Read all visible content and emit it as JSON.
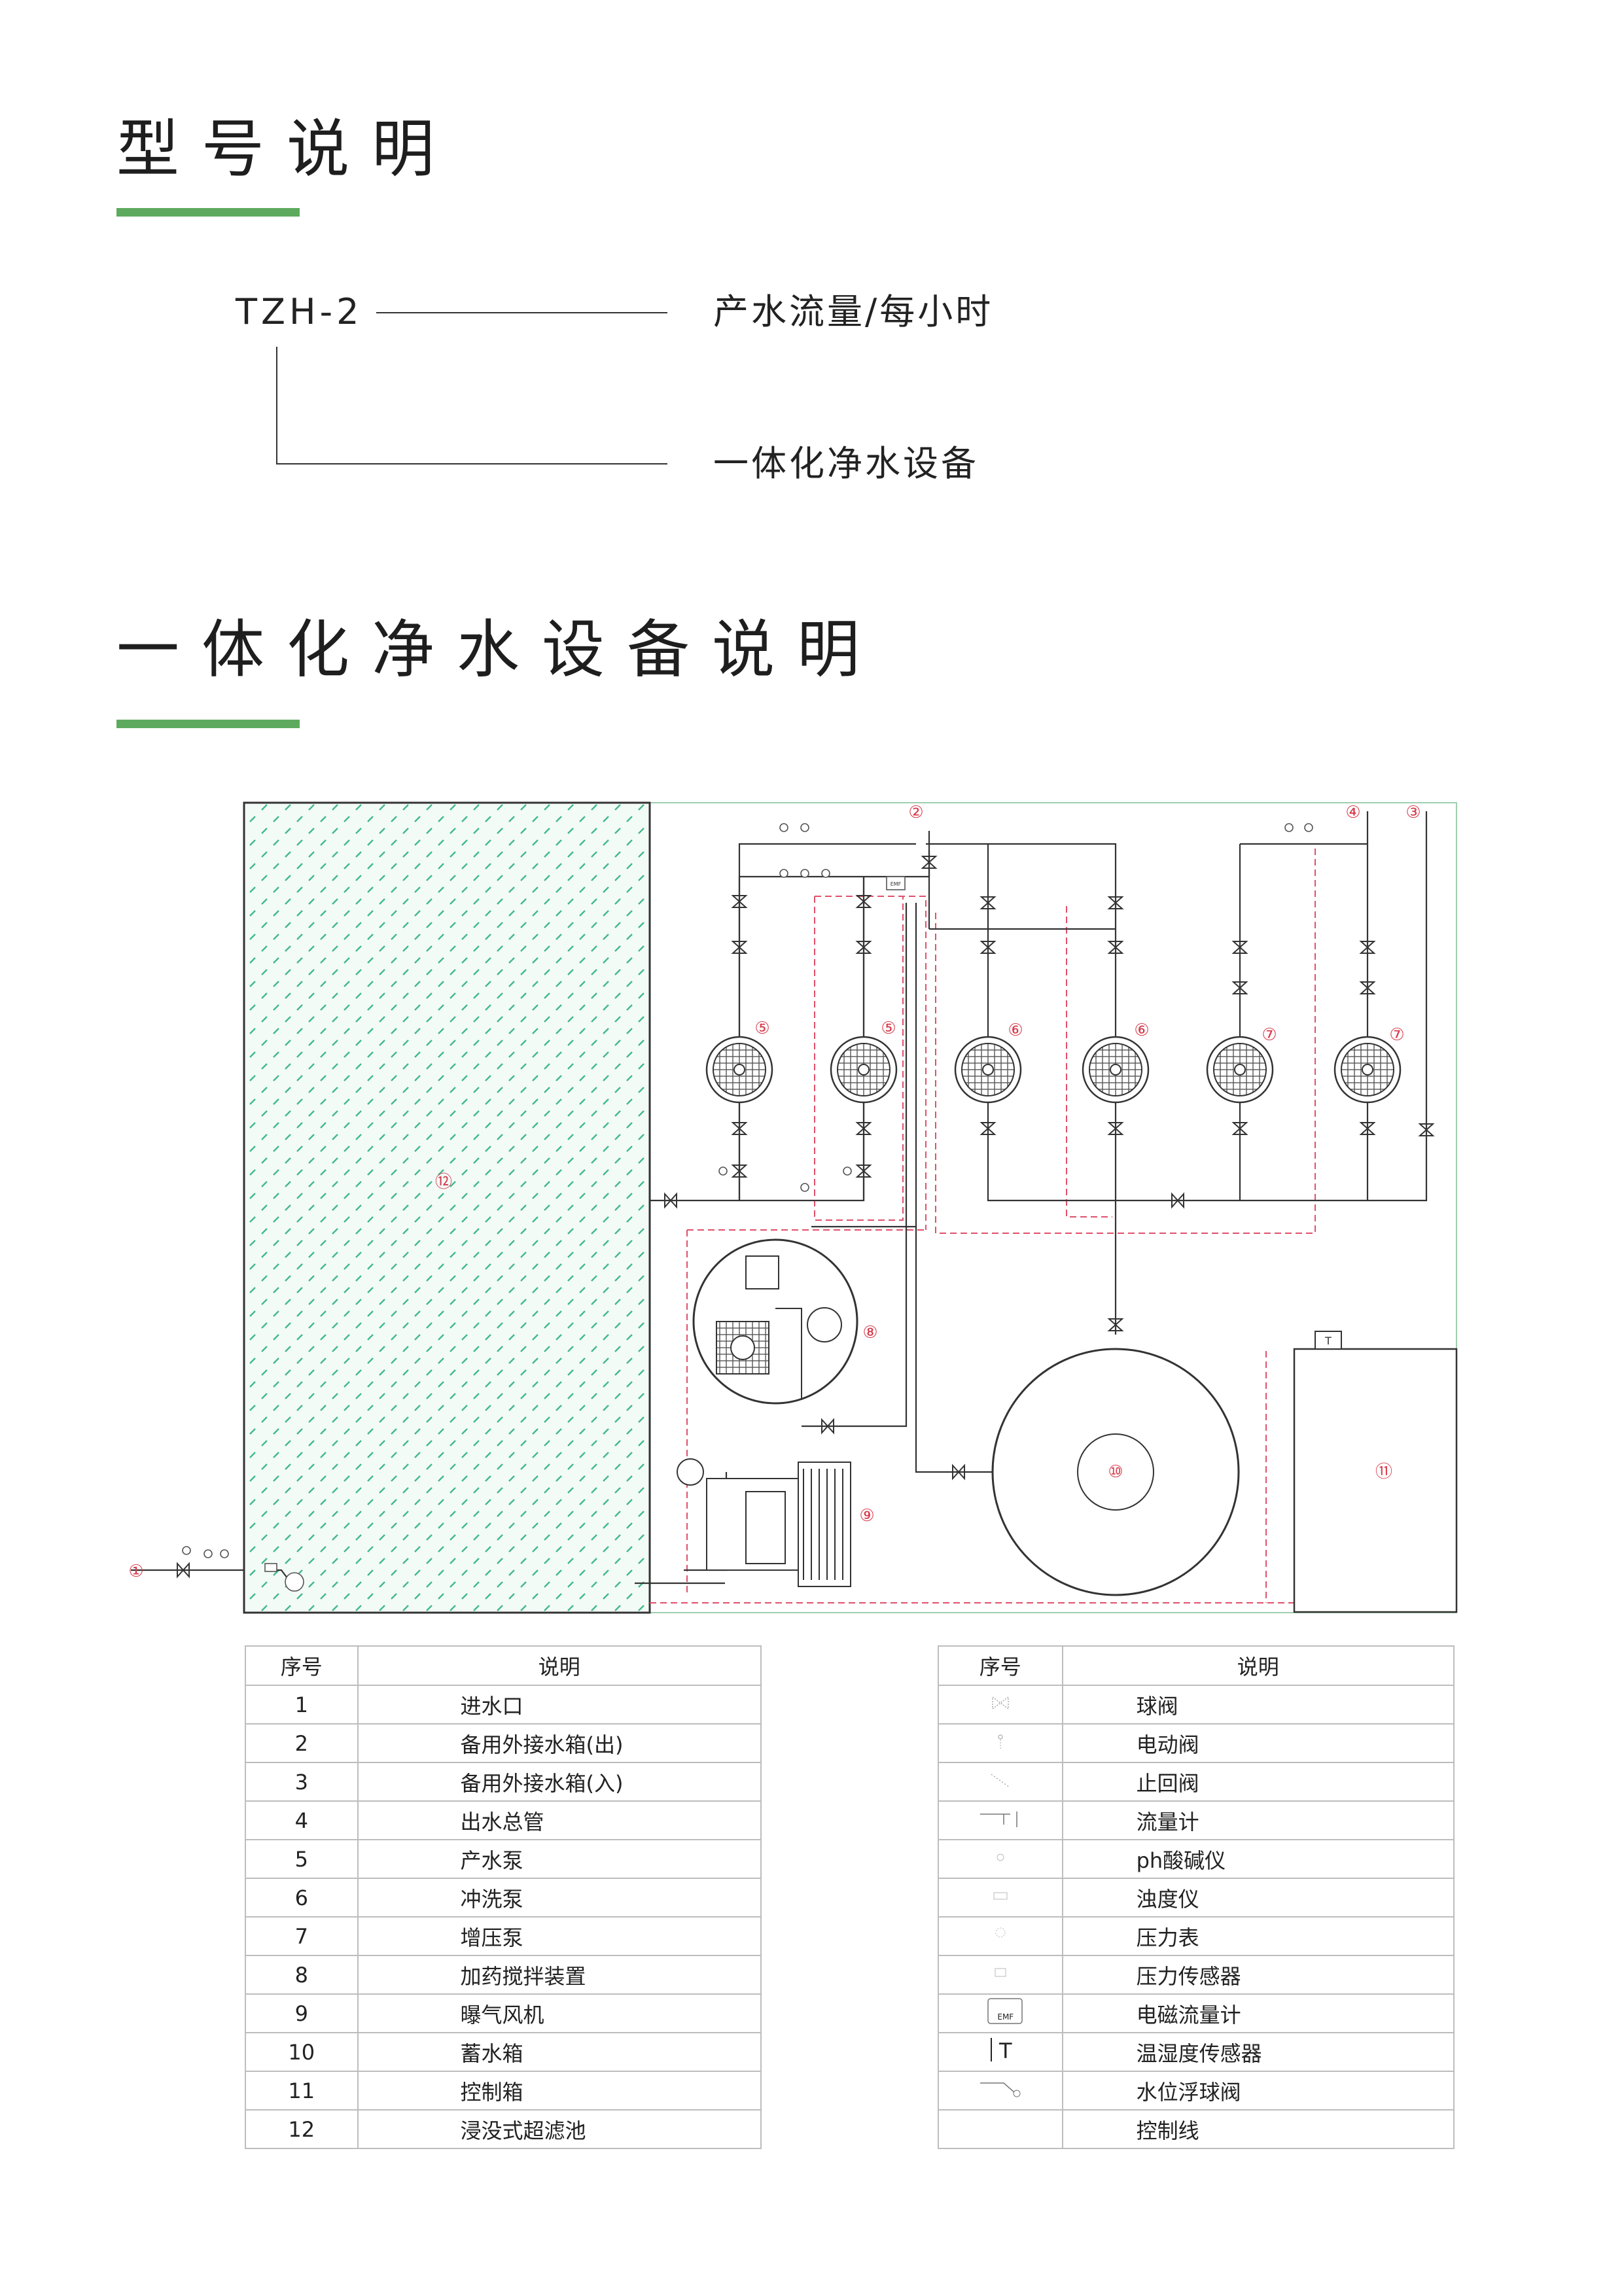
{
  "sections": {
    "model_title": "型号说明",
    "equipment_title": "一体化净水设备说明"
  },
  "model": {
    "code": "TZH-2",
    "label_top": "产水流量/每小时",
    "label_bottom": "一体化净水设备"
  },
  "diagram": {
    "callouts": [
      "①",
      "②",
      "③",
      "④",
      "⑤",
      "⑤",
      "⑥",
      "⑥",
      "⑦",
      "⑦",
      "⑧",
      "⑨",
      "⑩",
      "⑪",
      "⑫"
    ],
    "emf_label": "EMF",
    "t_label": "T",
    "colors": {
      "tank_hatch": "#41b98a",
      "control_line": "#e0506a",
      "pipe": "#333333",
      "frame": "#9fcfb0"
    }
  },
  "legend_left": {
    "headers": [
      "序号",
      "说明"
    ],
    "rows": [
      {
        "no": "1",
        "desc": "进水口"
      },
      {
        "no": "2",
        "desc": "备用外接水箱(出)"
      },
      {
        "no": "3",
        "desc": "备用外接水箱(入)"
      },
      {
        "no": "4",
        "desc": "出水总管"
      },
      {
        "no": "5",
        "desc": "产水泵"
      },
      {
        "no": "6",
        "desc": "冲洗泵"
      },
      {
        "no": "7",
        "desc": "增压泵"
      },
      {
        "no": "8",
        "desc": "加药搅拌装置"
      },
      {
        "no": "9",
        "desc": "曝气风机"
      },
      {
        "no": "10",
        "desc": "蓄水箱"
      },
      {
        "no": "11",
        "desc": "控制箱"
      },
      {
        "no": "12",
        "desc": "浸没式超滤池"
      }
    ]
  },
  "legend_right": {
    "headers": [
      "序号",
      "说明"
    ],
    "rows": [
      {
        "icon": "ball-valve-icon",
        "desc": "球阀"
      },
      {
        "icon": "electric-valve-icon",
        "desc": "电动阀"
      },
      {
        "icon": "check-valve-icon",
        "desc": "止回阀"
      },
      {
        "icon": "flowmeter-icon",
        "desc": "流量计"
      },
      {
        "icon": "ph-meter-icon",
        "desc": "ph酸碱仪"
      },
      {
        "icon": "turbidity-meter-icon",
        "desc": "浊度仪"
      },
      {
        "icon": "pressure-gauge-icon",
        "desc": "压力表"
      },
      {
        "icon": "pressure-sensor-icon",
        "desc": "压力传感器"
      },
      {
        "icon": "emf-flowmeter-icon",
        "desc": "电磁流量计",
        "label": "EMF"
      },
      {
        "icon": "thermo-hygro-sensor-icon",
        "desc": "温湿度传感器",
        "label": "T"
      },
      {
        "icon": "float-valve-icon",
        "desc": "水位浮球阀"
      },
      {
        "icon": "control-line-icon",
        "desc": "控制线"
      }
    ]
  }
}
